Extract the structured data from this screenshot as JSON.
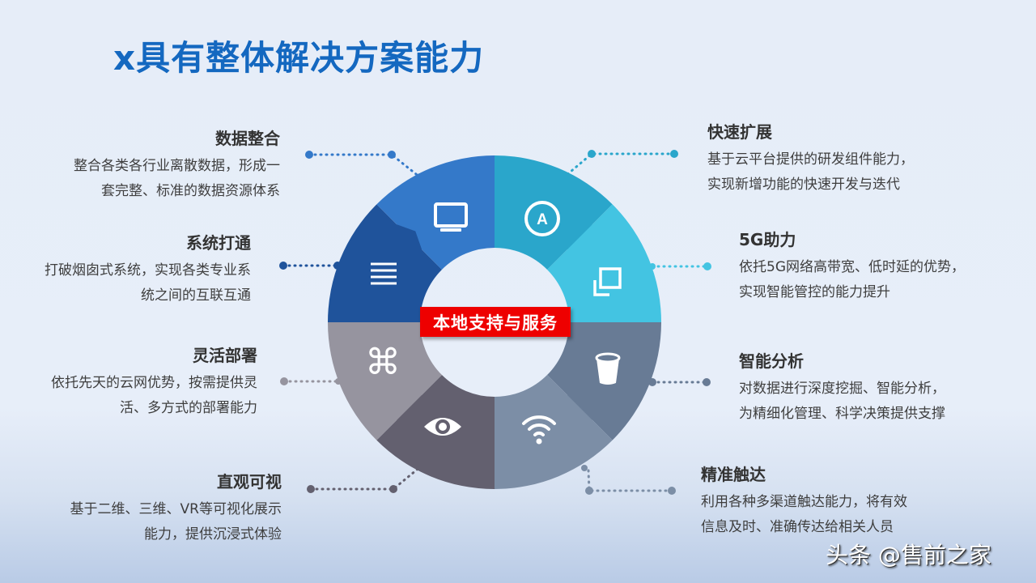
{
  "title": "x具有整体解决方案能力",
  "center_label": "本地支持与服务",
  "watermark": "头条 @售前之家",
  "colors": {
    "title": "#1468c0",
    "center_bg": "#ee0000",
    "seg_monitor": "#3479c9",
    "seg_a": "#2aa6cb",
    "seg_copy": "#43c4e2",
    "seg_bucket": "#687b95",
    "seg_wifi": "#7c8ea6",
    "seg_eye": "#63606f",
    "seg_cmd": "#96949f",
    "seg_list": "#1f539b"
  },
  "segments": [
    {
      "icon": "monitor-icon",
      "color": "#3479c9"
    },
    {
      "icon": "a-circle-icon",
      "glyph": "A",
      "color": "#2aa6cb"
    },
    {
      "icon": "copy-icon",
      "color": "#43c4e2"
    },
    {
      "icon": "bucket-icon",
      "color": "#687b95"
    },
    {
      "icon": "wifi-icon",
      "color": "#7c8ea6"
    },
    {
      "icon": "eye-icon",
      "color": "#63606f"
    },
    {
      "icon": "command-icon",
      "glyph": "⌘",
      "color": "#96949f"
    },
    {
      "icon": "list-icon",
      "color": "#1f539b"
    }
  ],
  "items": {
    "data_integration": {
      "title": "数据整合",
      "lines": [
        "整合各类各行业离散数据，形成一",
        "套完整、标准的数据资源体系"
      ]
    },
    "system_connect": {
      "title": "系统打通",
      "lines": [
        "打破烟囱式系统，实现各类专业系",
        "统之间的互联互通"
      ]
    },
    "flexible_deploy": {
      "title": "灵活部署",
      "lines": [
        "依托先天的云网优势，按需提供灵",
        "活、多方式的部署能力"
      ]
    },
    "visualization": {
      "title": "直观可视",
      "lines": [
        "基于二维、三维、VR等可视化展示",
        "能力，提供沉浸式体验"
      ]
    },
    "fast_expand": {
      "title": "快速扩展",
      "lines": [
        "基于云平台提供的研发组件能力，",
        "实现新增功能的快速开发与迭代"
      ]
    },
    "5g_power": {
      "title": "5G助力",
      "lines": [
        "依托5G网络高带宽、低时延的优势，",
        "实现智能管控的能力提升"
      ]
    },
    "smart_analysis": {
      "title": "智能分析",
      "lines": [
        "对数据进行深度挖掘、智能分析，",
        "为精细化管理、科学决策提供支撑"
      ]
    },
    "precise_reach": {
      "title": "精准触达",
      "lines": [
        "利用各种多渠道触达能力，将有效",
        "信息及时、准确传达给相关人员"
      ]
    }
  }
}
